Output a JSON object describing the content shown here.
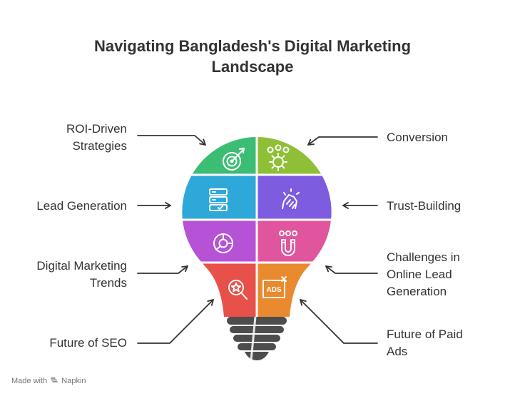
{
  "title_line1": "Navigating Bangladesh's Digital Marketing",
  "title_line2": "Landscape",
  "left_items": [
    {
      "line1": "ROI-Driven",
      "line2": "Strategies",
      "color": "#3bbd74",
      "icon": "target-icon"
    },
    {
      "line1": "Lead Generation",
      "line2": "",
      "color": "#2ea8d8",
      "icon": "list-icon"
    },
    {
      "line1": "Digital Marketing",
      "line2": "Trends",
      "color": "#b552d6",
      "icon": "donut-icon"
    },
    {
      "line1": "Future of SEO",
      "line2": "",
      "color": "#e8504a",
      "icon": "search-star-icon"
    }
  ],
  "right_items": [
    {
      "line1": "Conversion",
      "line2": "",
      "line3": "",
      "color": "#8fbf37",
      "icon": "people-gear-icon"
    },
    {
      "line1": "Trust-Building",
      "line2": "",
      "line3": "",
      "color": "#7d5ce0",
      "icon": "handshake-icon"
    },
    {
      "line1": "Challenges in",
      "line2": "Online Lead",
      "line3": "Generation",
      "color": "#e0559e",
      "icon": "magnet-icon"
    },
    {
      "line1": "Future of Paid",
      "line2": "Ads",
      "line3": "",
      "color": "#ea8a2e",
      "icon": "ads-icon"
    }
  ],
  "ads_text": "ADS",
  "footer": {
    "prefix": "Made with",
    "brand": "Napkin"
  }
}
